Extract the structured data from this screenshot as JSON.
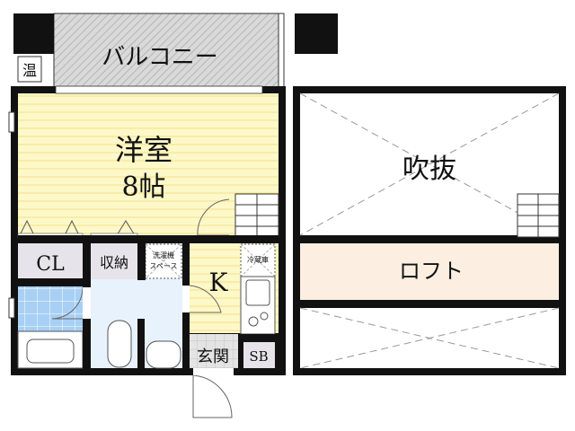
{
  "labels": {
    "balcony": "バルコニー",
    "water_heater": "温",
    "western_room": "洋室",
    "western_room_size": "8帖",
    "closet": "CL",
    "storage": "収納",
    "washer_space_1": "洗濯機",
    "washer_space_2": "スペース",
    "kitchen": "K",
    "refrigerator": "冷蔵庫",
    "entrance": "玄関",
    "shoe_box": "SB",
    "open_ceiling": "吹抜",
    "loft": "ロフト"
  },
  "colors": {
    "room_floor": "#fdf8c8",
    "balcony": "#d9d9d9",
    "bath_tile": "#a8d0f5",
    "corridor": "#e8f2fc",
    "storage": "#e6e3ea",
    "loft": "#fcefe2",
    "wall": "#111111"
  }
}
